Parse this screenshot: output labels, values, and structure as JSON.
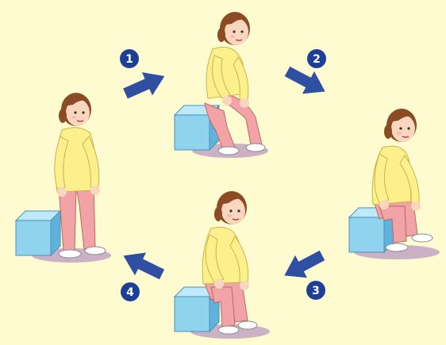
{
  "diagram": {
    "steps": [
      {
        "number": "1",
        "pose": "squat-above-box"
      },
      {
        "number": "2",
        "pose": "sitting-on-box"
      },
      {
        "number": "3",
        "pose": "rising-from-box"
      },
      {
        "number": "4",
        "pose": "standing"
      }
    ],
    "colors": {
      "background": "#fefbd1",
      "arrow": "#2f4fa3",
      "badge": "#1e3f96",
      "box_front": "#8fd3ee",
      "box_top": "#bfe9f8",
      "box_side": "#5fb2da",
      "shirt": "#fbf08b",
      "pants": "#f2a3a6",
      "hair": "#8a4b25",
      "skin": "#fbd6bf",
      "shadow": "#cbb1c6"
    }
  }
}
